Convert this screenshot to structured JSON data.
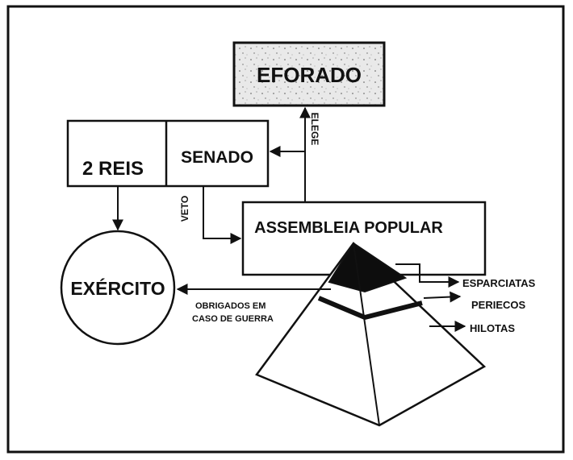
{
  "diagram": {
    "eforado": "EFORADO",
    "reis": "2 REIS",
    "senado": "SENADO",
    "assembleia": "ASSEMBLEIA POPULAR",
    "exercito": "EXÉRCITO",
    "elege": "ELEGE",
    "veto": "VETO",
    "obrigados_line1": "OBRIGADOS EM",
    "obrigados_line2": "CASO DE GUERRA",
    "esparciatas": "ESPARCIATAS",
    "periecos": "PERIECOS",
    "hilotas": "HILOTAS"
  },
  "colors": {
    "ink": "#111111",
    "background": "#ffffff",
    "eforado_fill": "#e6e6e6",
    "pyramid_top": "#0d0d0d"
  }
}
